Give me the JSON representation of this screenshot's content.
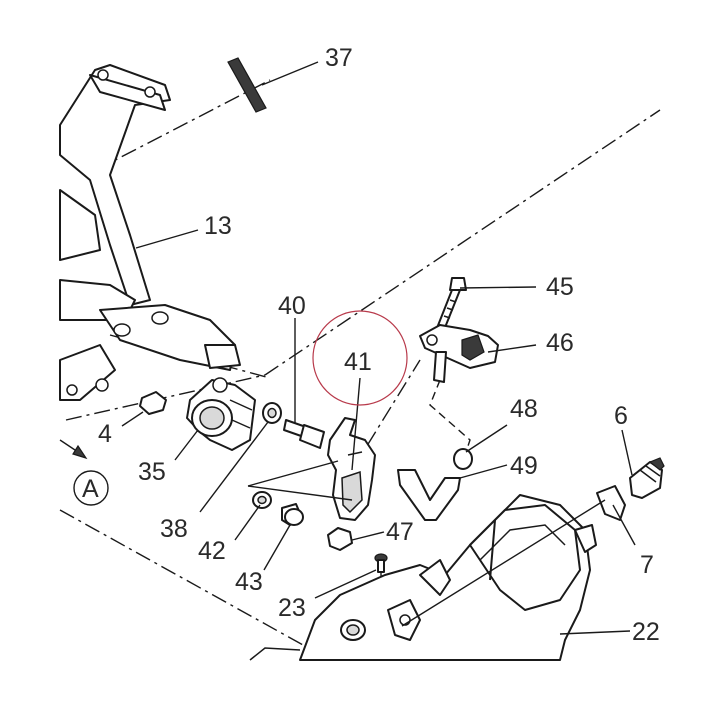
{
  "callouts": {
    "c37": "37",
    "c13": "13",
    "c40": "40",
    "c41": "41",
    "c45": "45",
    "c46": "46",
    "c48": "48",
    "c49": "49",
    "c6": "6",
    "c4": "4",
    "c35": "35",
    "c38": "38",
    "c42": "42",
    "c43": "43",
    "c47": "47",
    "c7": "7",
    "c23": "23",
    "c22": "22",
    "ref_a": "A"
  },
  "colors": {
    "line": "#1a1a1a",
    "text": "#2a2a2a",
    "highlight": "#b83a4b",
    "shade": "#d9d9d9"
  }
}
